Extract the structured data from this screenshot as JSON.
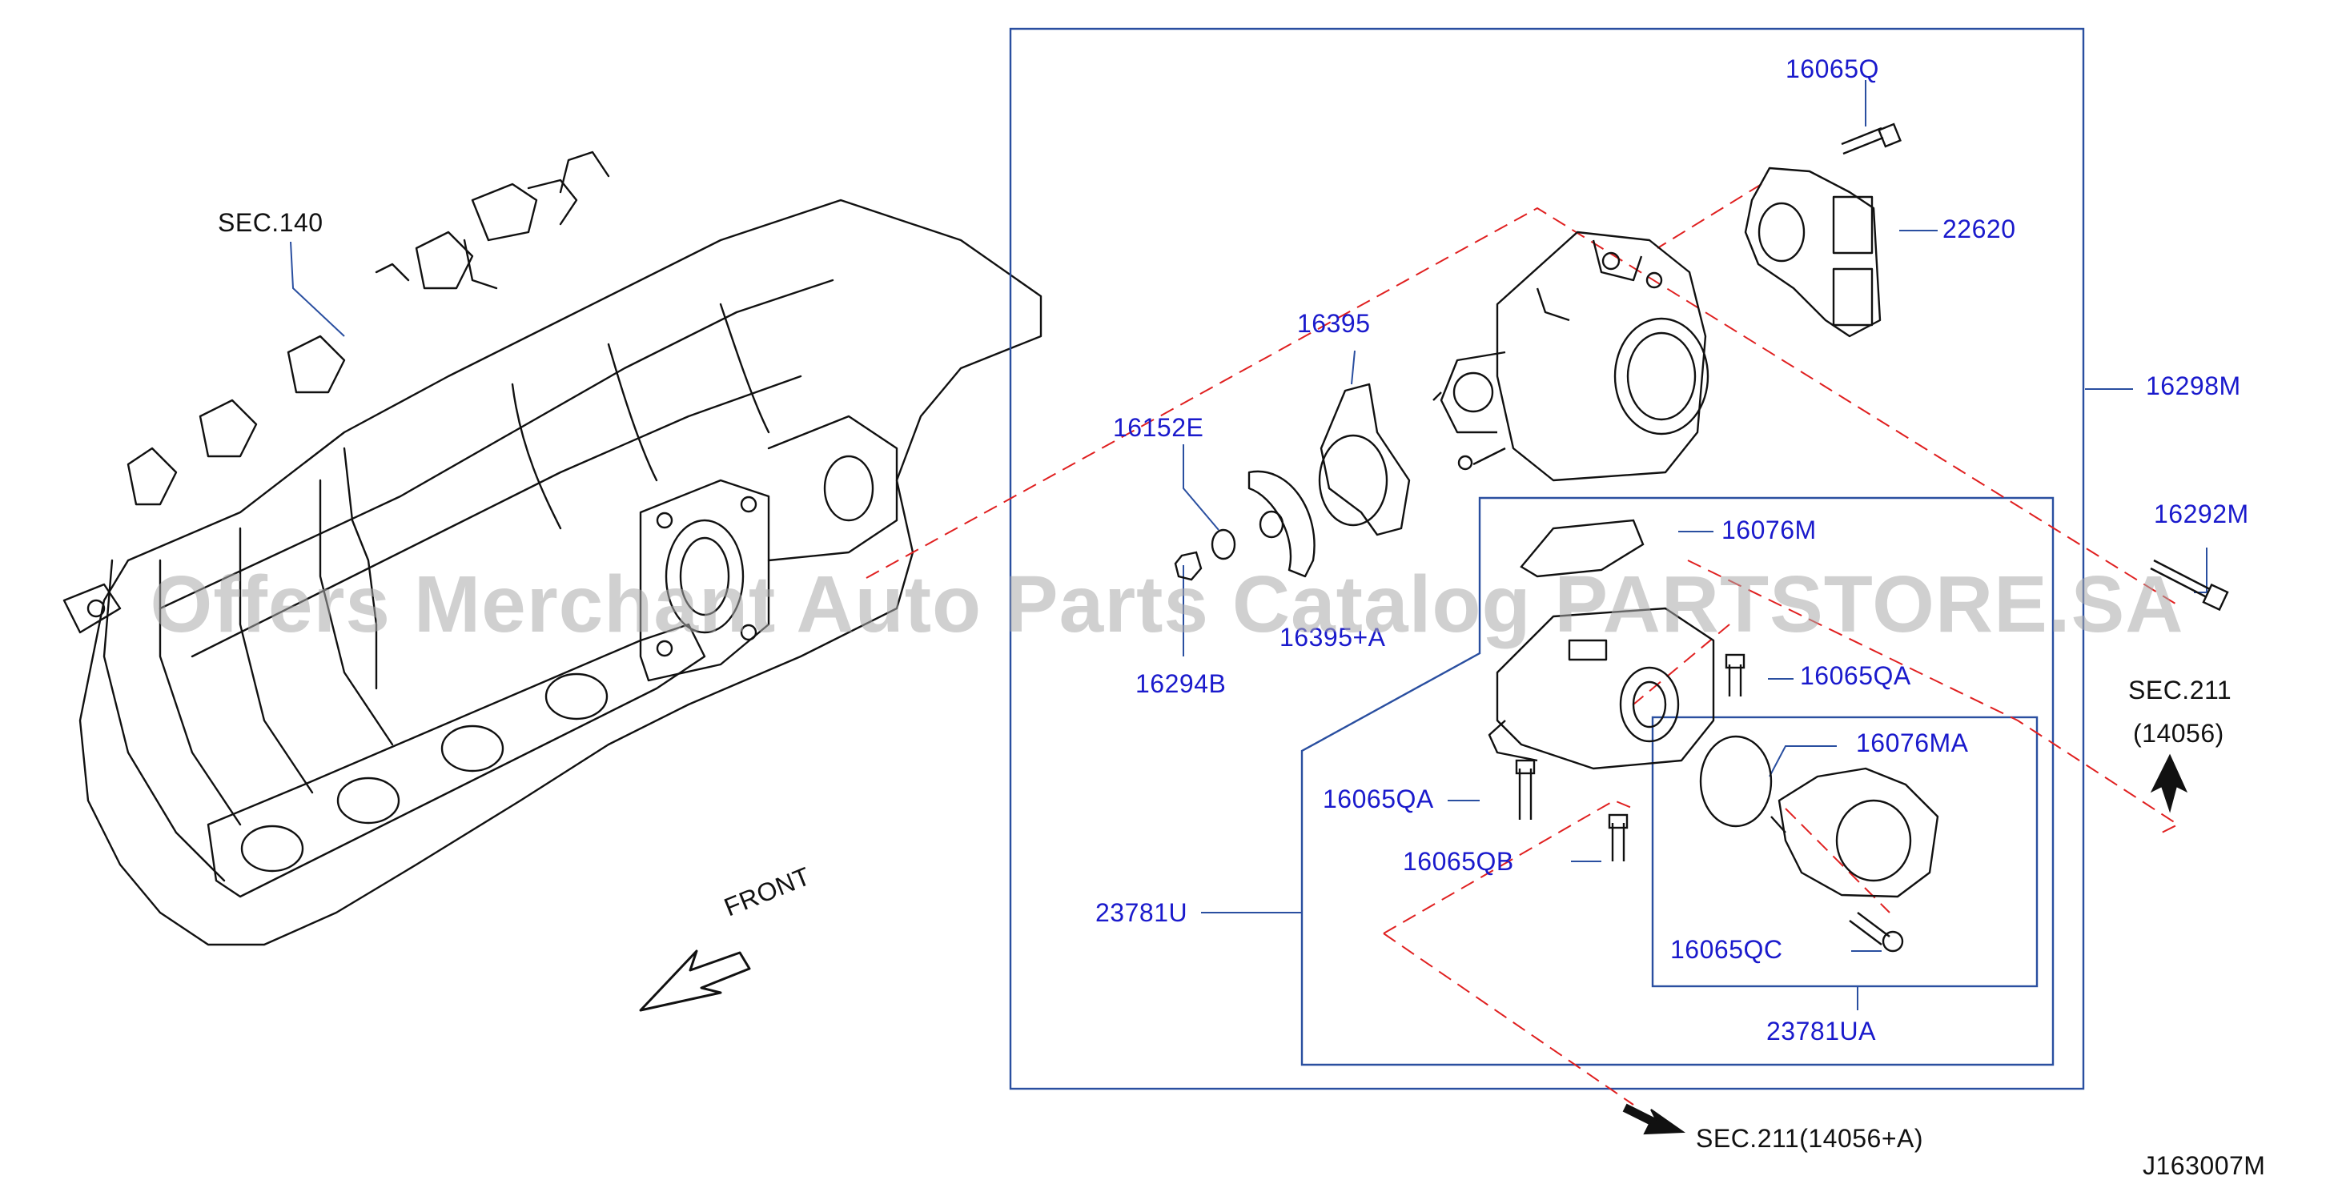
{
  "colors": {
    "label": "#1a1acc",
    "line": "#111111",
    "dash": "#e02020",
    "box": "#2a4fa0",
    "watermark": "#aaaaaa"
  },
  "labels": {
    "sec_140": "SEC.140",
    "front": "FRONT",
    "p16065Q": "16065Q",
    "p22620": "22620",
    "p16395": "16395",
    "p16298M": "16298M",
    "p16152E": "16152E",
    "p16292M": "16292M",
    "p16076M": "16076M",
    "p16395A": "16395+A",
    "p16294B": "16294B",
    "p16065QA_1": "16065QA",
    "sec_211_a": "SEC.211",
    "sec_211_b": "(14056)",
    "p16076MA": "16076MA",
    "p16065QA_2": "16065QA",
    "p16065QB": "16065QB",
    "p23781U": "23781U",
    "p16065QC": "16065QC",
    "p23781UA": "23781UA",
    "sec_211_bottom": "SEC.211(14056+A)",
    "diagram_id": "J163007M"
  },
  "watermark": "Offers Merchant Auto Parts Catalog PARTSTORE.SA"
}
